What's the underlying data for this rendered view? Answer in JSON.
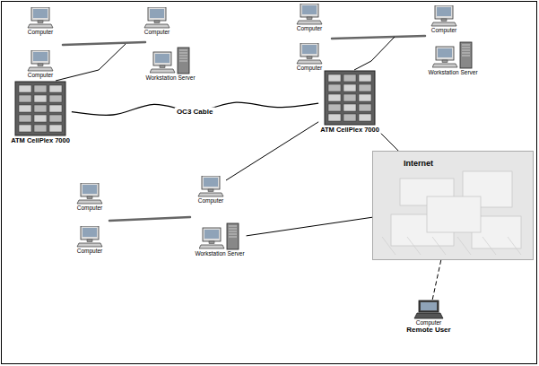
{
  "diagram": {
    "nodes": [
      {
        "text": [
          "Computer"
        ]
      },
      {
        "text": [
          "Computer"
        ]
      },
      {
        "text": [
          "Computer"
        ]
      },
      {
        "text": [
          "Workstation Server"
        ]
      },
      {
        "text": [
          "Computer"
        ]
      },
      {
        "text": [
          "Computer"
        ]
      },
      {
        "text": [
          "Computer"
        ]
      },
      {
        "text": [
          "Workstation Server"
        ]
      },
      {
        "text": [
          "ATM CellPlex 7000"
        ]
      },
      {
        "text": [
          "ATM CellPlex 7000"
        ]
      },
      {
        "text": [
          "Computer"
        ]
      },
      {
        "text": [
          "Computer"
        ]
      },
      {
        "text": [
          "Computer"
        ]
      },
      {
        "text": [
          "Workstation Server"
        ]
      },
      {
        "text": [
          "Internet"
        ]
      },
      {
        "text": [
          "Computer",
          "Remote User"
        ]
      }
    ],
    "edges": [
      {
        "from": 8,
        "to": 9,
        "arrow": "none",
        "label": "OC3 Cable"
      },
      {
        "from": 9,
        "to": 14,
        "arrow": "none"
      },
      {
        "from": 9,
        "to": 11,
        "arrow": "none"
      },
      {
        "from": 13,
        "to": 14,
        "arrow": "none"
      },
      {
        "from": 14,
        "to": 15,
        "arrow": "none"
      }
    ]
  }
}
